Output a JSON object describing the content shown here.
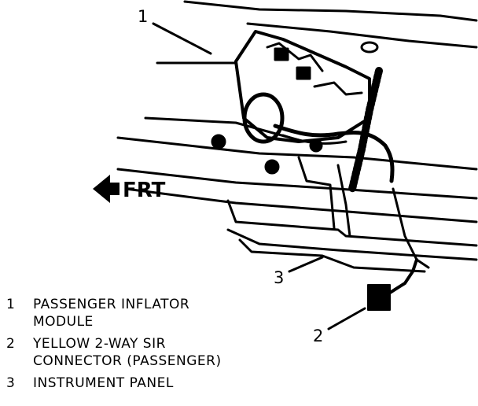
{
  "callouts": {
    "one": "1",
    "two": "2",
    "three": "3"
  },
  "direction_label": "FRT",
  "legend": [
    {
      "number": "1",
      "text": "PASSENGER INFLATOR\nMODULE"
    },
    {
      "number": "2",
      "text": "YELLOW 2-WAY SIR\nCONNECTOR (PASSENGER)"
    },
    {
      "number": "3",
      "text": "INSTRUMENT PANEL"
    }
  ]
}
